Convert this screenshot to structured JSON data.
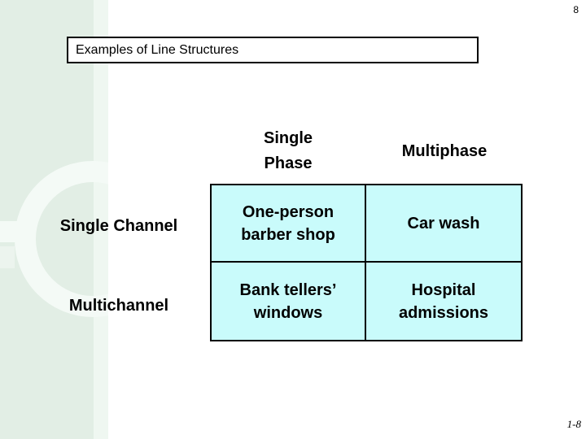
{
  "slide": {
    "page_number": "8",
    "footer_page_label": "1-8",
    "title": "Examples of Line Structures"
  },
  "table": {
    "column_headers": [
      "Single Phase",
      "Multiphase"
    ],
    "row_headers": [
      "Single Channel",
      "Multichannel"
    ],
    "rows": [
      {
        "cells": [
          "One-person barber shop",
          "Car wash"
        ]
      },
      {
        "cells": [
          "Bank tellers’ windows",
          "Hospital admissions"
        ]
      }
    ]
  },
  "colors": {
    "cell_background": "#c9fbfb",
    "sidebar_green": "#e2eee5",
    "sidebar_stripe": "#eff7f1",
    "sidebar_ring_accent": "#f4faf6",
    "border": "#000000"
  }
}
